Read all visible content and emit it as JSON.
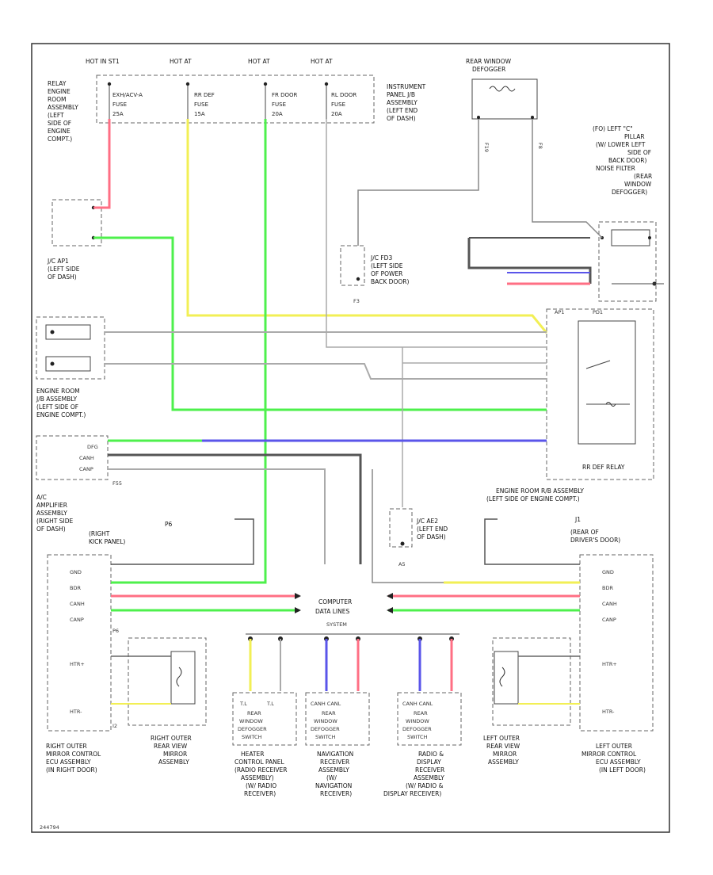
{
  "fuses": [
    {
      "hot": "HOT IN ST1",
      "name": "EXH/ACV-A",
      "amp": "FUSE",
      "rating": "25A"
    },
    {
      "hot": "HOT AT",
      "name": "RR DEF",
      "amp": "FUSE",
      "rating": "15A"
    },
    {
      "hot": "HOT AT",
      "name": "FR DOOR",
      "amp": "FUSE",
      "rating": "20A"
    },
    {
      "hot": "HOT AT",
      "name": "RL DOOR",
      "amp": "FUSE",
      "rating": "20A"
    }
  ],
  "labels": {
    "relay_engine_room": "RELAY ENGINE ROOM ASSEMBLY (LEFT SIDE OF ENGINE COMPT.)",
    "instrument_panel_jb": "INSTRUMENT PANEL J/B ASSEMBLY (LEFT END OF DASH)",
    "rear_window_defogger": "REAR WINDOW DEFOGGER",
    "noise_filter": "(FO) LEFT \"C\" PILLAR (W/ LOWER LEFT SIDE OF BACK DOOR) NOISE FILTER (REAR WINDOW DEFOGGER)",
    "jc_ap1": "J/C AP1 (LEFT SIDE OF DASH)",
    "jc_fd3": "J/C FD3 (LEFT SIDE OF POWER BACK DOOR)",
    "engine_room_jb": "ENGINE ROOM J/B ASSEMBLY (LEFT SIDE OF ENGINE COMPT.)",
    "rr_def_relay": "RR DEF RELAY",
    "engine_room_rb": "ENGINE ROOM R/B ASSEMBLY (LEFT SIDE OF ENGINE COMPT.)",
    "ac_amplifier": "A/C AMPLIFIER ASSEMBLY (RIGHT SIDE OF DASH)",
    "jc_ae2": "J/C AE2 (LEFT END OF DASH)",
    "computer_data_lines": "COMPUTER DATA LINES",
    "system": "SYSTEM",
    "right_mirror_ecu": "RIGHT OUTER MIRROR CONTROL ECU ASSEMBLY (IN RIGHT DOOR)",
    "right_mirror": "RIGHT OUTER REAR VIEW MIRROR ASSEMBLY",
    "heater_panel": "HEATER CONTROL PANEL (RADIO RECEIVER ASSEMBLY) (W/ RADIO RECEIVER)",
    "nav_receiver": "NAVIGATION RECEIVER ASSEMBLY (W/ NAVIGATION RECEIVER)",
    "radio_display": "RADIO & DISPLAY RECEIVER ASSEMBLY (W/ RADIO & DISPLAY RECEIVER)",
    "left_mirror": "LEFT OUTER REAR VIEW MIRROR ASSEMBLY",
    "left_mirror_ecu": "LEFT OUTER MIRROR CONTROL ECU ASSEMBLY (IN LEFT DOOR)",
    "right_kick": "(RIGHT KICK PANEL)",
    "rear_drivers_door": "(REAR OF DRIVER'S DOOR)",
    "defogger_switch": "REAR WINDOW DEFOGGER SWITCH",
    "footer_code": "244794"
  },
  "pins": {
    "mirror": [
      "GND",
      "BDR",
      "CANH",
      "CANP",
      "HTR+",
      "HTR-"
    ],
    "amp": [
      "DFG",
      "CANH",
      "CANP"
    ]
  },
  "wire_colors": {
    "red": "#ff6f84",
    "yellow": "#f2ef55",
    "green": "#4ef04c",
    "blue": "#5a55ea",
    "gray": "#aaaaaa",
    "black": "#555555"
  }
}
